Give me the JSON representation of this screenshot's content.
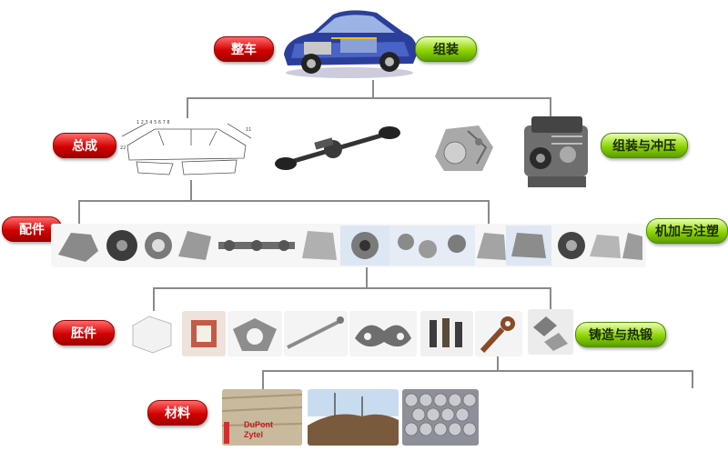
{
  "levels": {
    "vehicle": {
      "label": "整车",
      "process": "组装"
    },
    "assembly": {
      "label": "总成",
      "process": "组装与冲压"
    },
    "parts": {
      "label": "配件",
      "process": "机加与注塑"
    },
    "blanks": {
      "label": "胚件",
      "process": "铸造与热锻"
    },
    "materials": {
      "label": "材料"
    }
  },
  "materials_bag_text": {
    "line1": "DuPont",
    "line2": "Zytel"
  },
  "colors": {
    "red_pill": "#d40000",
    "green_pill": "#8ed400",
    "connector": "#8a8a8a"
  }
}
